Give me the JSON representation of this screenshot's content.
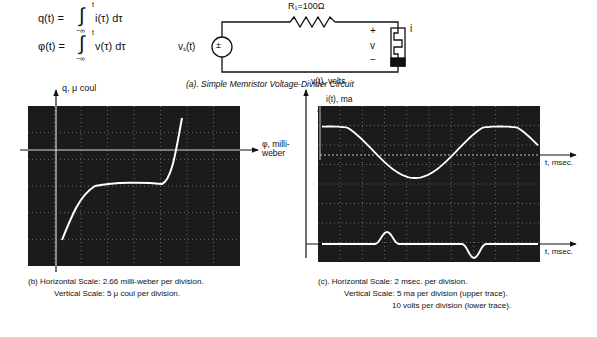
{
  "diagram": {
    "labels": [
      "q(t) =",
      "∫",
      "t",
      "−∞",
      "i(τ) dτ",
      "φ(t) =",
      "∫",
      "t",
      "−∞",
      "v(τ) dτ",
      "R₁=100Ω",
      "vₛ(t)",
      "+",
      "v",
      "−",
      "i",
      "(a). Simple Memristor Voltage-Divider Circuit",
      "q, μ coul",
      "φ, milli-weber",
      "(b) Horizontal Scale: 2.66 milli-weber per division.",
      "Vertical Scale: 5 μ coul per division.",
      "v(t), volts",
      "i(t), ma",
      "t, msec.",
      "t, msec.",
      "(c). Horizontal Scale: 2 msec. per division.",
      "Vertical Scale: 5 ma per division (upper trace).",
      "10 volts per division (lower trace).",
      "±"
    ]
  }
}
